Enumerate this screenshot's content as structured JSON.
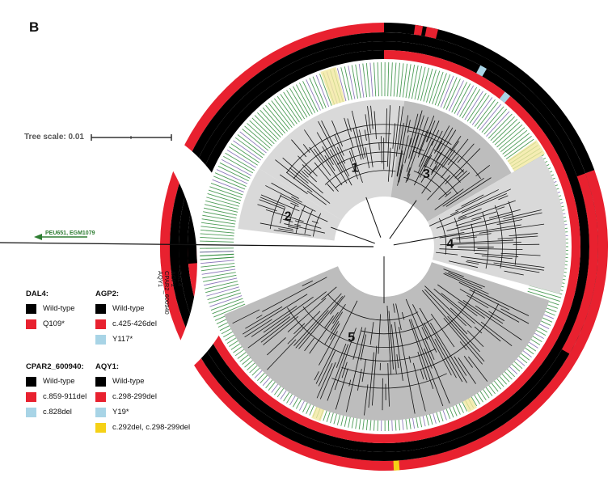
{
  "panel_label": "B",
  "tree_scale_label": "Tree scale: 0.01",
  "outgroup_label": "PEU651, EGM1079",
  "ring_labels": [
    "DAL4",
    "AGP2",
    "CPAR2_600940",
    "AQY1"
  ],
  "clades": [
    "1",
    "2",
    "3",
    "4",
    "5"
  ],
  "colors": {
    "wild_type": "#000000",
    "variant_red": "#e8212f",
    "variant_blue": "#a8d4e6",
    "variant_yellow": "#f5d116",
    "clade_light": "#d9d9d9",
    "clade_dark": "#bdbdbd",
    "tip_green": "#2e8b3a",
    "tip_purple": "#7a62b0",
    "tip_yellow": "#f3e9a0"
  },
  "legend": {
    "dal4": {
      "title": "DAL4:",
      "items": [
        {
          "label": "Wild-type",
          "color": "#000000"
        },
        {
          "label": "Q109*",
          "color": "#e8212f"
        }
      ]
    },
    "agp2": {
      "title": "AGP2:",
      "items": [
        {
          "label": "Wild-type",
          "color": "#000000"
        },
        {
          "label": "c.425-426del",
          "color": "#e8212f"
        },
        {
          "label": "Y117*",
          "color": "#a8d4e6"
        }
      ]
    },
    "cpar2": {
      "title": "CPAR2_600940:",
      "items": [
        {
          "label": "Wild-type",
          "color": "#000000"
        },
        {
          "label": "c.859-911del",
          "color": "#e8212f"
        },
        {
          "label": "c.828del",
          "color": "#a8d4e6"
        }
      ]
    },
    "aqy1": {
      "title": "AQY1:",
      "items": [
        {
          "label": "Wild-type",
          "color": "#000000"
        },
        {
          "label": "c.298-299del",
          "color": "#e8212f"
        },
        {
          "label": "Y19*",
          "color": "#a8d4e6"
        },
        {
          "label": "c.292del, c.298-299del",
          "color": "#f5d116"
        }
      ]
    }
  }
}
